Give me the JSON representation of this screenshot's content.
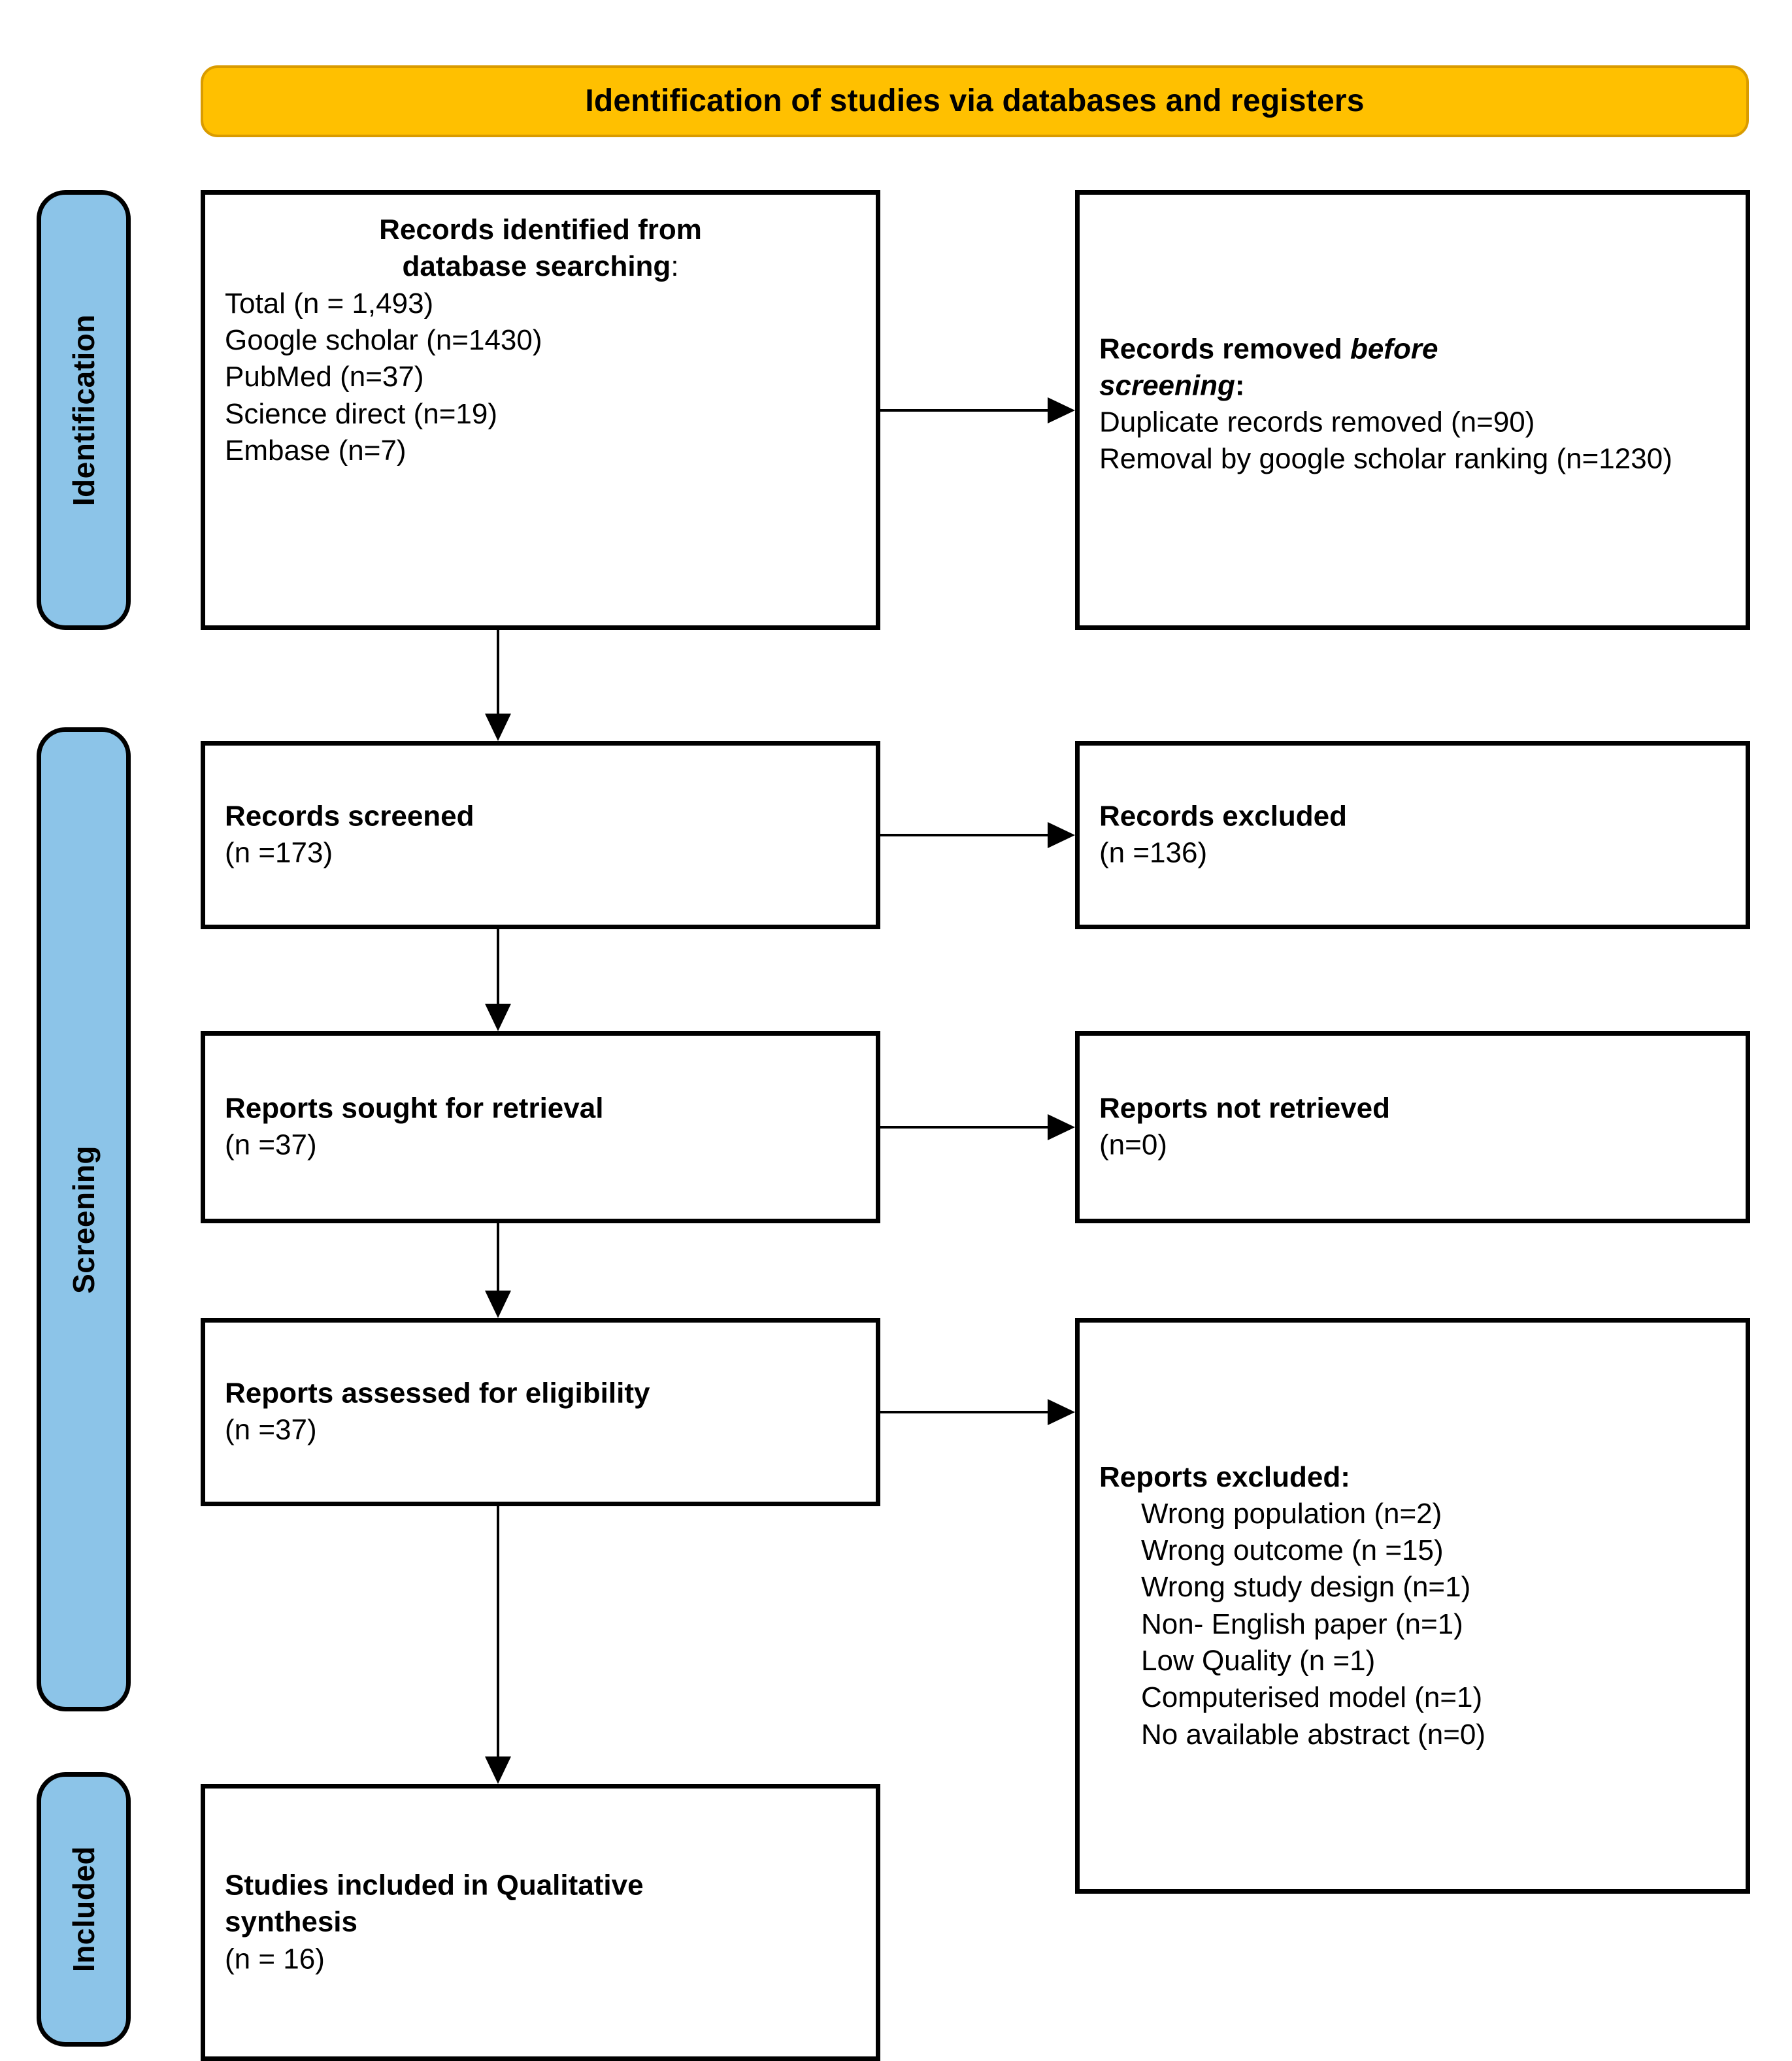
{
  "header": {
    "title": "Identification of studies via databases and registers",
    "bg_color": "#FFC000",
    "border_color": "#D99B00"
  },
  "phases": {
    "accent_color": "#8CC4E8",
    "identification": "Identification",
    "screening": "Screening",
    "included": "Included"
  },
  "boxes": {
    "identified": {
      "heading_line1": "Records identified from",
      "heading_line2": "database searching",
      "heading_colon": ":",
      "items": [
        "Total (n = 1,493)",
        "Google scholar (n=1430)",
        "PubMed (n=37)",
        "Science direct (n=19)",
        "Embase (n=7)"
      ]
    },
    "removed_before_screening": {
      "heading_prefix": "Records removed ",
      "heading_italic_1": "before",
      "heading_italic_2": "screening",
      "heading_colon": ":",
      "items": [
        "Duplicate records removed (n=90)",
        "Removal by google scholar ranking (n=1230)"
      ]
    },
    "records_screened": {
      "heading": "Records screened",
      "count": "(n =173)"
    },
    "records_excluded": {
      "heading": "Records excluded",
      "count": "(n =136)"
    },
    "reports_sought": {
      "heading": "Reports sought for retrieval",
      "count": "(n =37)"
    },
    "reports_not_retrieved": {
      "heading": "Reports not retrieved",
      "count": "(n=0)"
    },
    "reports_assessed": {
      "heading": "Reports assessed for eligibility",
      "count": "(n =37)"
    },
    "reports_excluded": {
      "heading": "Reports excluded:",
      "items": [
        "Wrong population (n=2)",
        "Wrong outcome (n =15)",
        "Wrong study design (n=1)",
        "Non- English paper (n=1)",
        "Low Quality (n =1)",
        "Computerised model (n=1)",
        "No available abstract (n=0)"
      ]
    },
    "studies_included": {
      "heading_line1": "Studies included in Qualitative",
      "heading_line2": "synthesis",
      "count": "(n = 16)"
    }
  }
}
